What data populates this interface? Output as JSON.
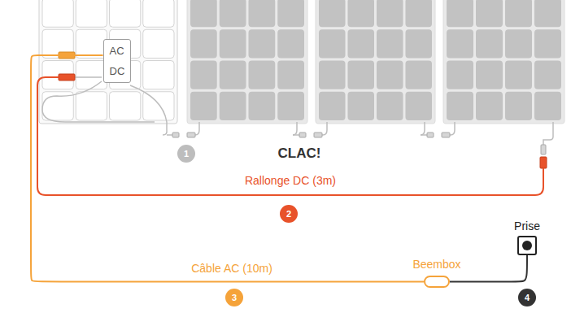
{
  "diagram": {
    "nodes": [
      {
        "text": [
          "AC",
          "DC"
        ]
      },
      {
        "text": [
          "Beembox"
        ]
      },
      {
        "text": [
          "Prise"
        ]
      }
    ],
    "edges": [
      {
        "from": 0,
        "to": 1,
        "arrow": "none",
        "label": "Câble AC (10m)"
      },
      {
        "from": 1,
        "to": 2,
        "arrow": "none"
      }
    ],
    "labels": [
      "1",
      "CLAC!",
      "Rallonge DC (3m)",
      "2",
      "3",
      "4"
    ]
  }
}
